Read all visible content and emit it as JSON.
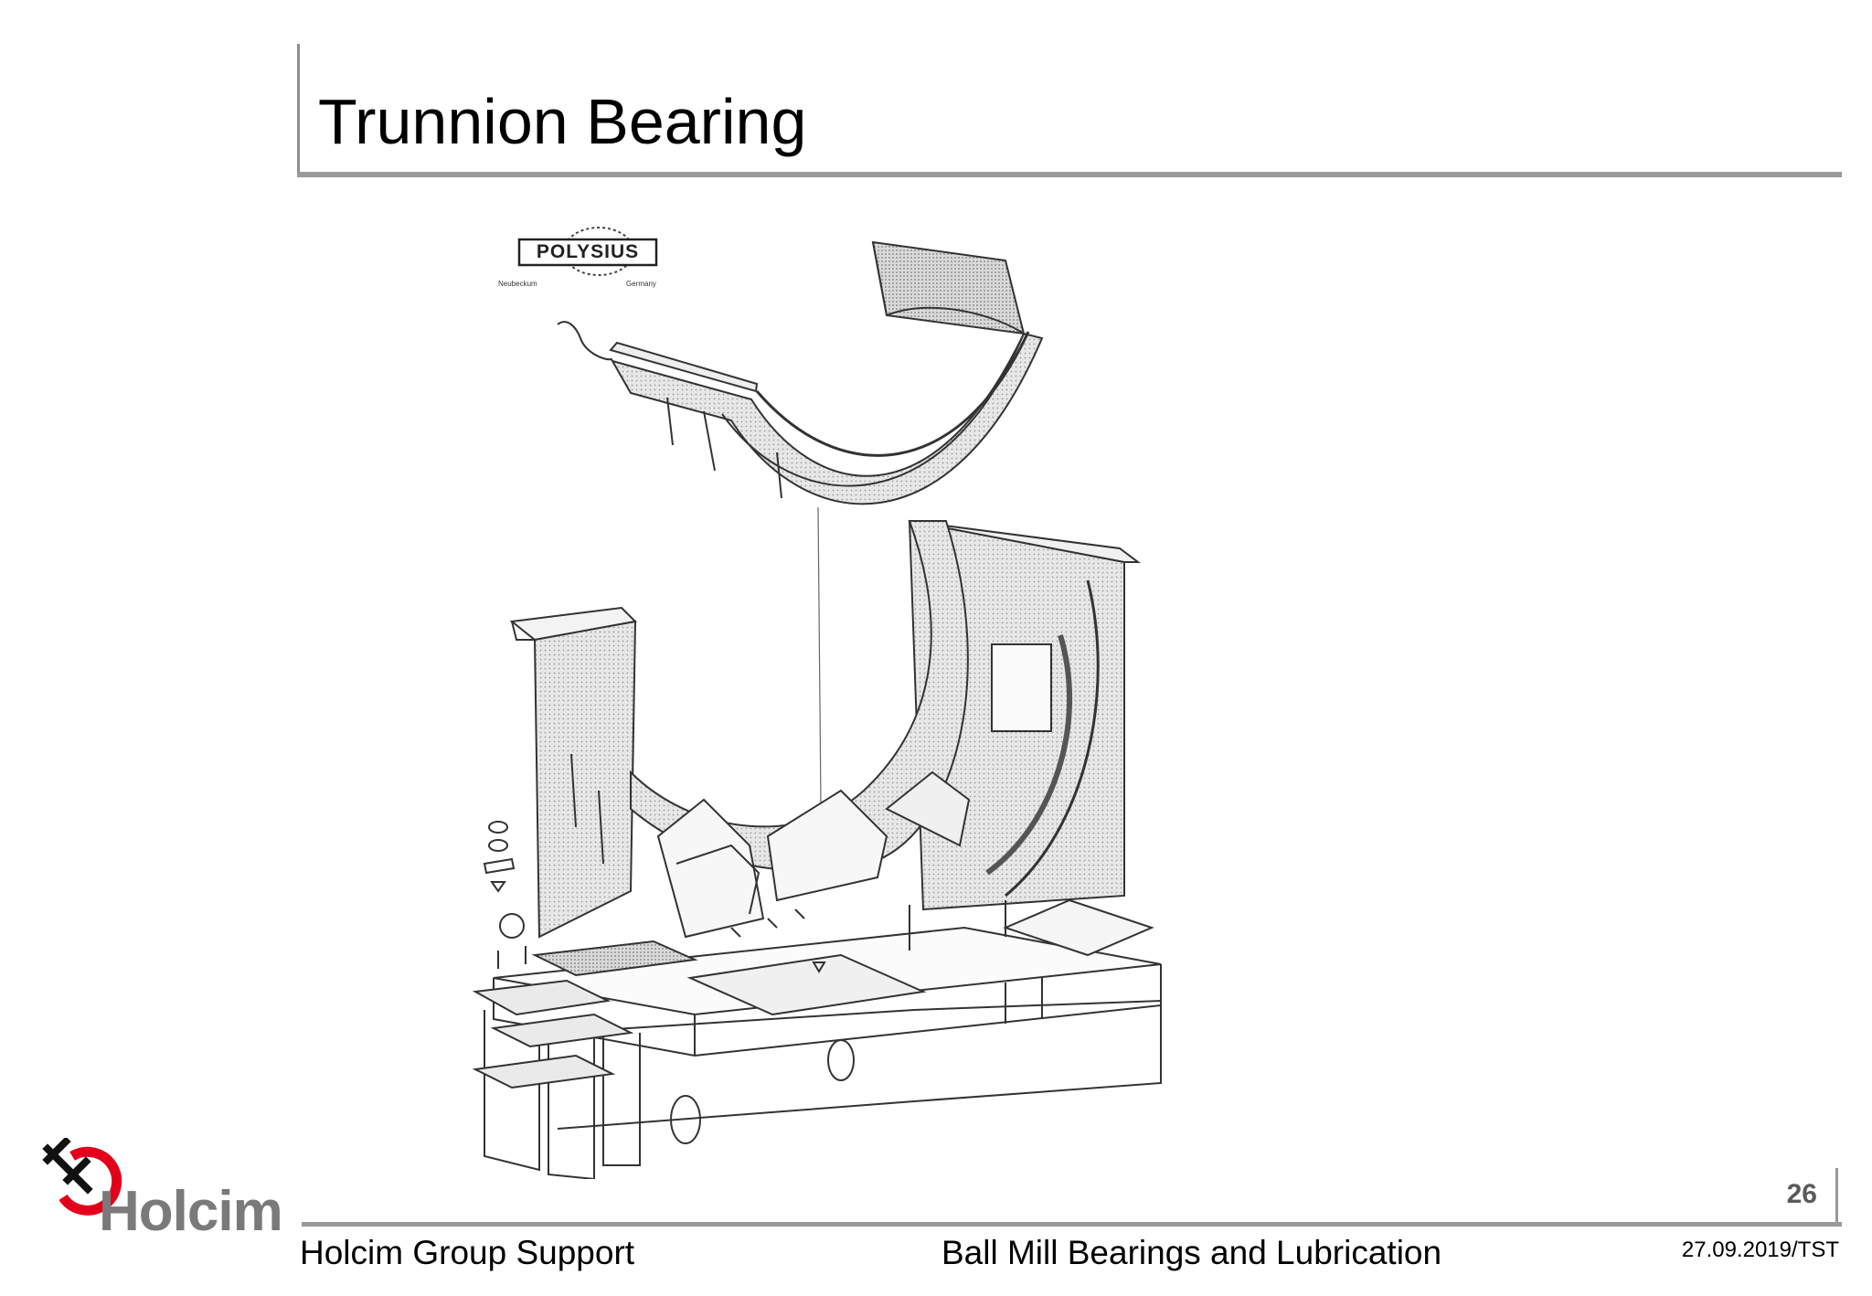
{
  "slide": {
    "title": "Trunnion Bearing",
    "page_number": "26"
  },
  "figure": {
    "brand_badge": "POLYSIUS",
    "badge_left": "Neubeckum",
    "badge_right": "Germany"
  },
  "logo": {
    "wordmark": "Holcim",
    "mark_color": "#e2001a"
  },
  "footer": {
    "left": "Holcim Group Support",
    "center": "Ball Mill Bearings and Lubrication",
    "right": "27.09.2019/TST"
  }
}
